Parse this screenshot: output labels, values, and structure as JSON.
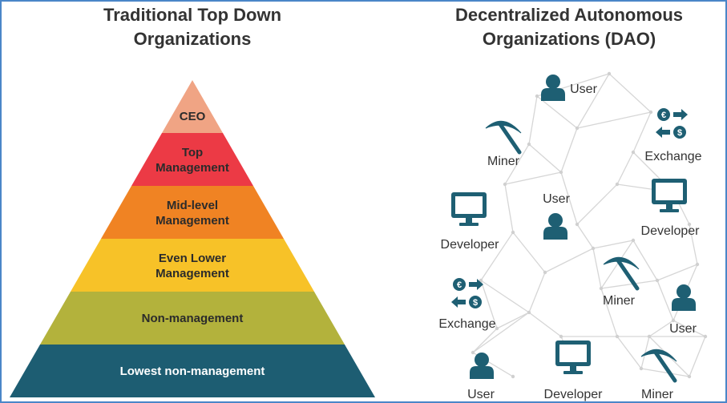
{
  "titles": {
    "left_line1": "Traditional Top Down",
    "left_line2": "Organizations",
    "right_line1": "Decentralized Autonomous",
    "right_line2": "Organizations (DAO)"
  },
  "pyramid": {
    "tiers": [
      {
        "line1": "CEO",
        "line2": "",
        "color": "#f0a484"
      },
      {
        "line1": "Top",
        "line2": "Management",
        "color": "#ec3a45"
      },
      {
        "line1": "Mid-level",
        "line2": "Management",
        "color": "#f08323"
      },
      {
        "line1": "Even Lower",
        "line2": "Management",
        "color": "#f7c228"
      },
      {
        "line1": "Non-management",
        "line2": "",
        "color": "#b3b23c"
      },
      {
        "line1": "Lowest non-management",
        "line2": "",
        "color": "#1d5d72"
      }
    ]
  },
  "dao": {
    "icon_color": "#1e5f73",
    "nodes": [
      {
        "label": "User",
        "icon": "user-icon"
      },
      {
        "label": "Miner",
        "icon": "pickaxe-icon"
      },
      {
        "label": "Exchange",
        "icon": "exchange-icon"
      },
      {
        "label": "User",
        "icon": "user-icon"
      },
      {
        "label": "Developer",
        "icon": "monitor-icon"
      },
      {
        "label": "Developer",
        "icon": "monitor-icon"
      },
      {
        "label": "Exchange",
        "icon": "exchange-icon"
      },
      {
        "label": "Miner",
        "icon": "pickaxe-icon"
      },
      {
        "label": "User",
        "icon": "user-icon"
      },
      {
        "label": "User",
        "icon": "user-icon"
      },
      {
        "label": "Developer",
        "icon": "monitor-icon"
      },
      {
        "label": "Miner",
        "icon": "pickaxe-icon"
      }
    ]
  }
}
